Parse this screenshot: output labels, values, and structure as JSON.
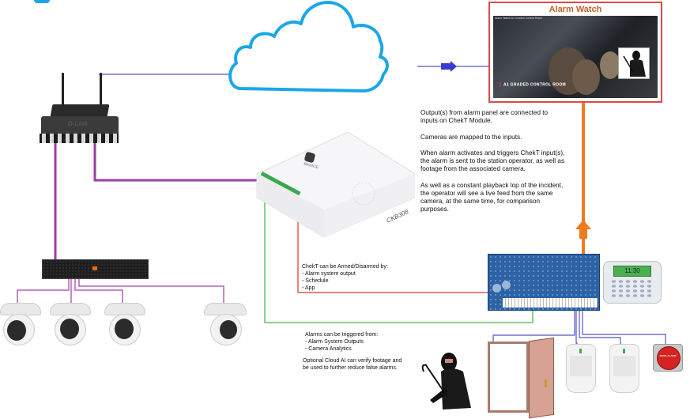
{
  "alarm_watch": {
    "title": "Alarm Watch",
    "video_header": "Alarm Watch A1 Graded Control Room",
    "video_caption": "A1 GRADED CONTROL ROOM"
  },
  "chekt_module": {
    "model": "CKB308",
    "brand": "BRIDGE"
  },
  "router": {
    "brand": "D-Link"
  },
  "keypad": {
    "display": "11:30"
  },
  "panic_button": {
    "label": "PANIC ALARM"
  },
  "notes": {
    "main": [
      "Output(s) from alarm panel are connected to inputs on ChekT Module.",
      "Cameras are mapped to the inputs.",
      "When alarm activates and triggers ChekT input(s), the alarm is sent to the station operator, as well as footage from the associated camera.",
      "As well as a constant playback lop of the incident, the operator will see a live feed from the same camera, at the same time, for comparison purposes."
    ],
    "arming": {
      "heading": "ChekT can be Armed/Disarmed by:",
      "items": [
        "- Alarm system output",
        "- Schedule",
        "- App"
      ]
    },
    "triggers": {
      "heading": "Alarms can be triggered from:",
      "items": [
        "- Alarm System Outputs",
        "- Camera Analytics"
      ],
      "footer": "Optional Cloud AI can verify footage and be used to further reduce false alarms."
    }
  },
  "colors": {
    "network_wire": "#9b3fa6",
    "internet_wire": "#5555cc",
    "red_wire": "#e03030",
    "green_wire": "#40b048",
    "orange_wire": "#f07a20",
    "cloud": "#1aa7e8",
    "alarm_border": "#e04848"
  }
}
